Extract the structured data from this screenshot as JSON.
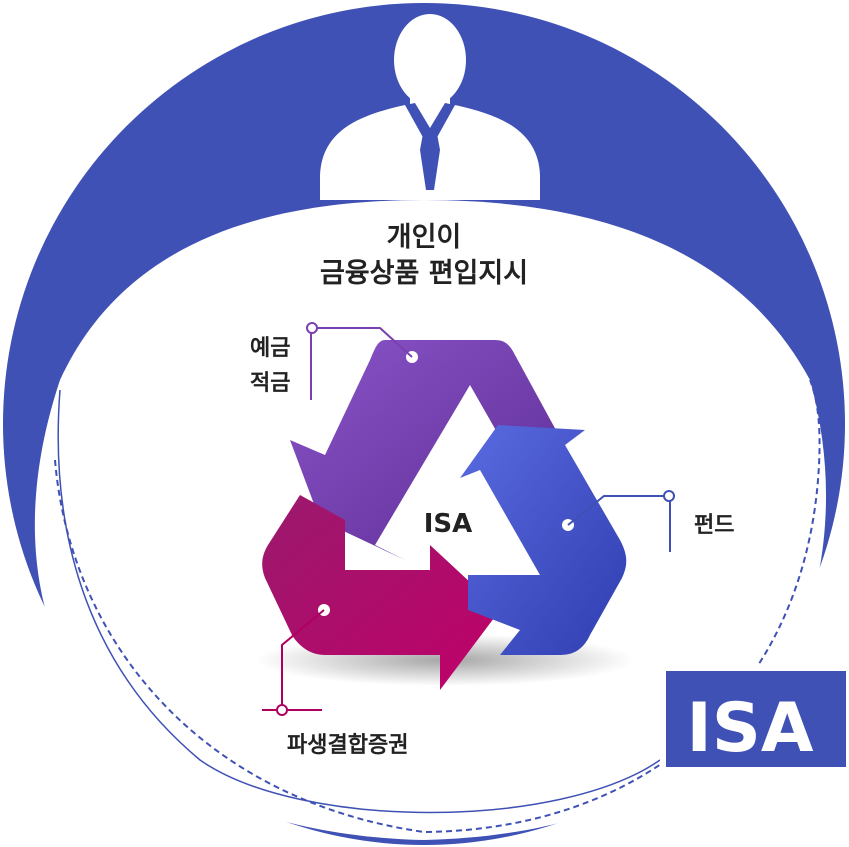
{
  "title": {
    "line1": "개인이",
    "line2": "금융상품 편입지시"
  },
  "center_label": "ISA",
  "badge_label": "ISA",
  "categories": {
    "deposit": {
      "line1": "예금",
      "line2": "적금"
    },
    "fund": {
      "label": "펀드"
    },
    "derivatives": {
      "label": "파생결합증권"
    }
  },
  "colors": {
    "primary_blue": "#3f51b5",
    "purple": "#6a35a3",
    "magenta": "#b0005f",
    "blue_arrow": "#4050c8",
    "text": "#222222"
  },
  "icons": {
    "person": "businessman-silhouette-icon",
    "cycle": "recycle-triangle-icon"
  }
}
